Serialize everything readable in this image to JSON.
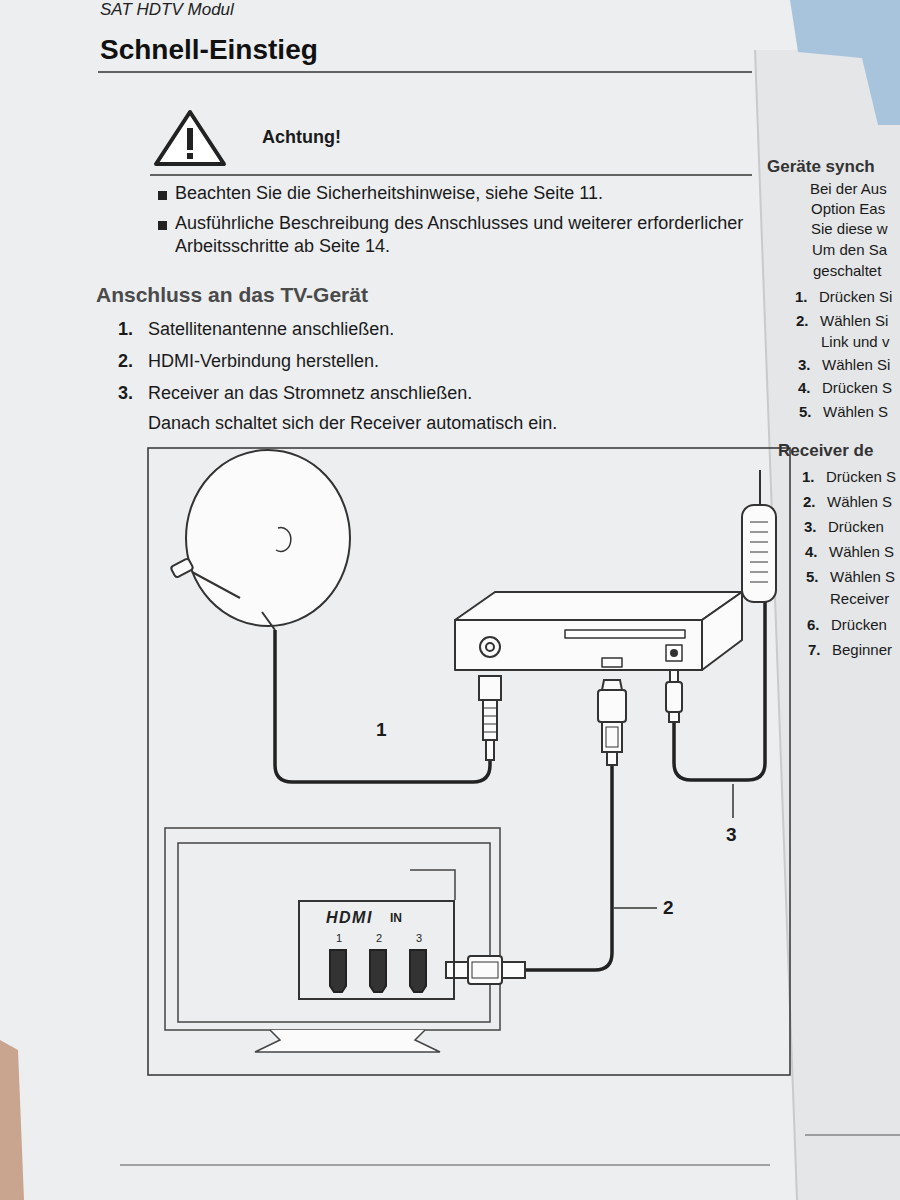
{
  "diagram": {
    "title": "Schnell-Einstieg",
    "nodes": [
      {
        "text": [
          "HDMI",
          "IN",
          "1",
          "2",
          "3"
        ]
      }
    ],
    "labels": [
      "SAT HDTV Modul",
      "Achtung!",
      "Beachten Sie die Sicherheitshinweise, siehe Seite 11.",
      "Ausführliche Beschreibung des Anschlusses und weiterer erforderlicher Arbeitsschritte ab Seite 14.",
      "Anschluss an das TV-Gerät",
      "1.",
      "Satellitenantenne anschließen.",
      "2.",
      "HDMI-Verbindung herstellen.",
      "3.",
      "Receiver an das Stromnetz anschließen.",
      "Danach schaltet sich der Receiver automatisch ein.",
      "1",
      "2",
      "3",
      "Geräte synch",
      "Bei der Aus",
      "Option Eas",
      "Sie diese w",
      "Um den Sa",
      "geschaltet",
      "1.",
      "Drücken Si",
      "2.",
      "Wählen Si",
      "Link und v",
      "3.",
      "Wählen Si",
      "4.",
      "Drücken S",
      "5.",
      "Wählen S",
      "Receiver de",
      "1.",
      "Drücken S",
      "2.",
      "Wählen S",
      "3.",
      "Drücken",
      "4.",
      "Wählen S",
      "5.",
      "Wählen S",
      "Receiver",
      "6.",
      "Drücken",
      "7.",
      "Beginner"
    ]
  }
}
